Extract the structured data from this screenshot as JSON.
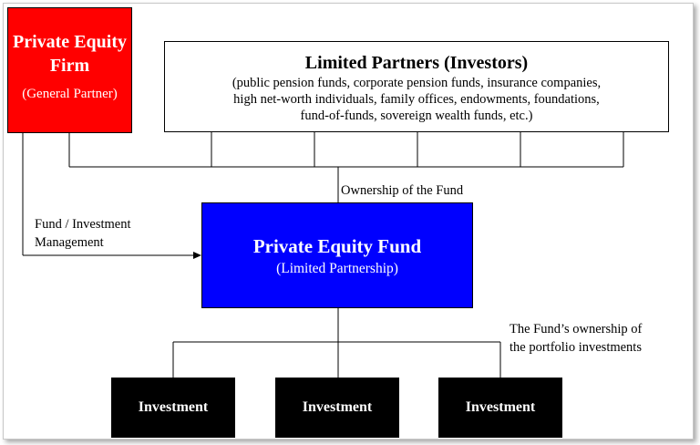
{
  "pe_firm": {
    "title": "Private Equity Firm",
    "subtitle": "(General Partner)",
    "color": "#ff0000"
  },
  "limited_partners": {
    "title": "Limited Partners (Investors)",
    "description_lines": [
      "(public pension funds, corporate pension funds, insurance companies,",
      "high net-worth individuals, family offices, endowments, foundations,",
      "fund-of-funds, sovereign wealth funds, etc.)"
    ]
  },
  "fund": {
    "title": "Private Equity Fund",
    "subtitle": "(Limited Partnership)",
    "color": "#0000ff"
  },
  "labels": {
    "ownership": "Ownership of the Fund",
    "management_lines": [
      "Fund / Investment",
      "Management"
    ],
    "portfolio_lines": [
      "The Fund’s ownership of",
      "the portfolio investments"
    ]
  },
  "investments": [
    {
      "label": "Investment"
    },
    {
      "label": "Investment"
    },
    {
      "label": "Investment"
    }
  ]
}
